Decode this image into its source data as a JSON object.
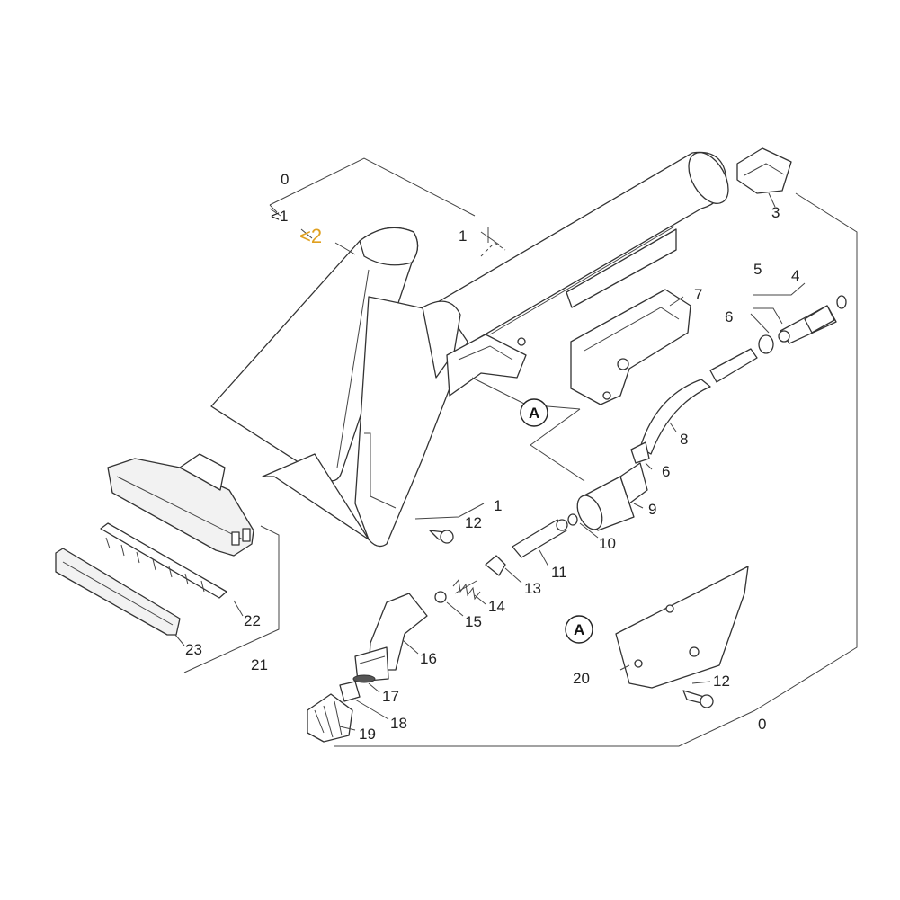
{
  "labels": {
    "top_0": "0",
    "top_1a": "1",
    "top_2": "2",
    "top_1b": "1",
    "p3": "3",
    "p4": "4",
    "p5": "5",
    "p6a": "6",
    "p7": "7",
    "p8": "8",
    "p6b": "6",
    "p9": "9",
    "p10": "10",
    "p1c": "1",
    "p12a": "12",
    "p11": "11",
    "p13": "13",
    "p14": "14",
    "p15": "15",
    "p16": "16",
    "p17": "17",
    "p18": "18",
    "p19": "19",
    "p20": "20",
    "p12b": "12",
    "p0b": "0",
    "p21": "21",
    "p22": "22",
    "p23": "23",
    "markerA1": "A",
    "markerA2": "A"
  },
  "colors": {
    "highlight": "#e0a020",
    "line": "#333333"
  }
}
